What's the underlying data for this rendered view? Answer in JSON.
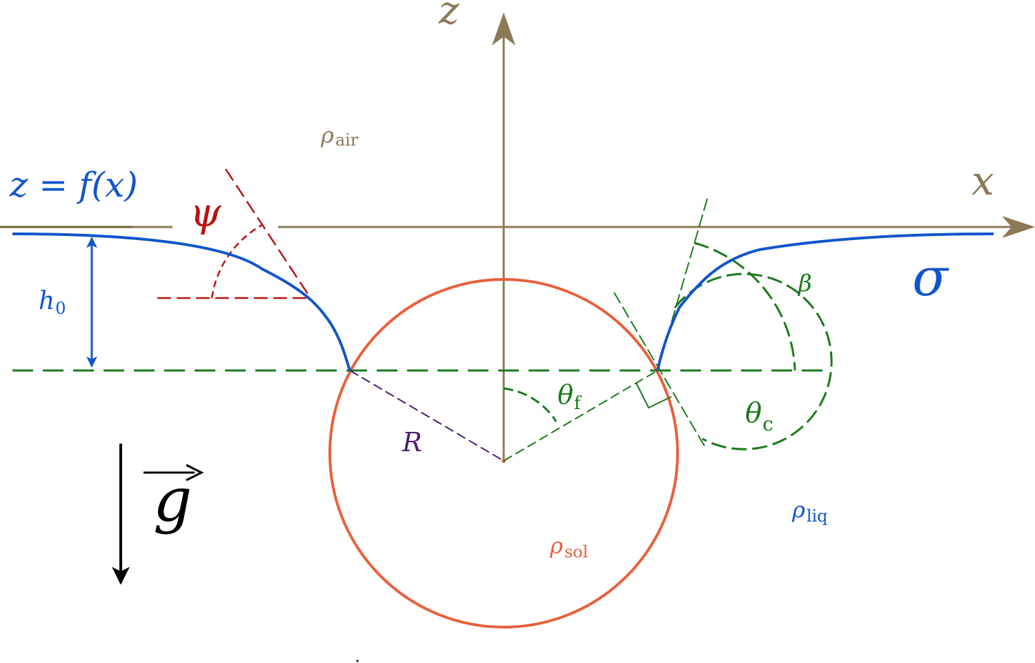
{
  "colors": {
    "axis": "#8b7a55",
    "interface": "#1155cc",
    "sphere": "#e8603c",
    "reference": "#1a7a1a",
    "psi": "#bb1111",
    "radius": "#4a1f6e",
    "gravity": "#000000"
  },
  "labels": {
    "z_axis": "z",
    "x_axis": "x",
    "rho_air": {
      "sym": "ρ",
      "sub": "air"
    },
    "rho_liq": {
      "sym": "ρ",
      "sub": "liq"
    },
    "rho_sol": {
      "sym": "ρ",
      "sub": "sol"
    },
    "interface_eq": "z = f(x)",
    "psi": "ψ",
    "sigma": "σ",
    "h0": {
      "sym": "h",
      "sub": "0"
    },
    "radius": "R",
    "theta_f": {
      "sym": "θ",
      "sub": "f"
    },
    "theta_c": {
      "sym": "θ",
      "sub": "c"
    },
    "beta": "β",
    "gravity": "g"
  }
}
